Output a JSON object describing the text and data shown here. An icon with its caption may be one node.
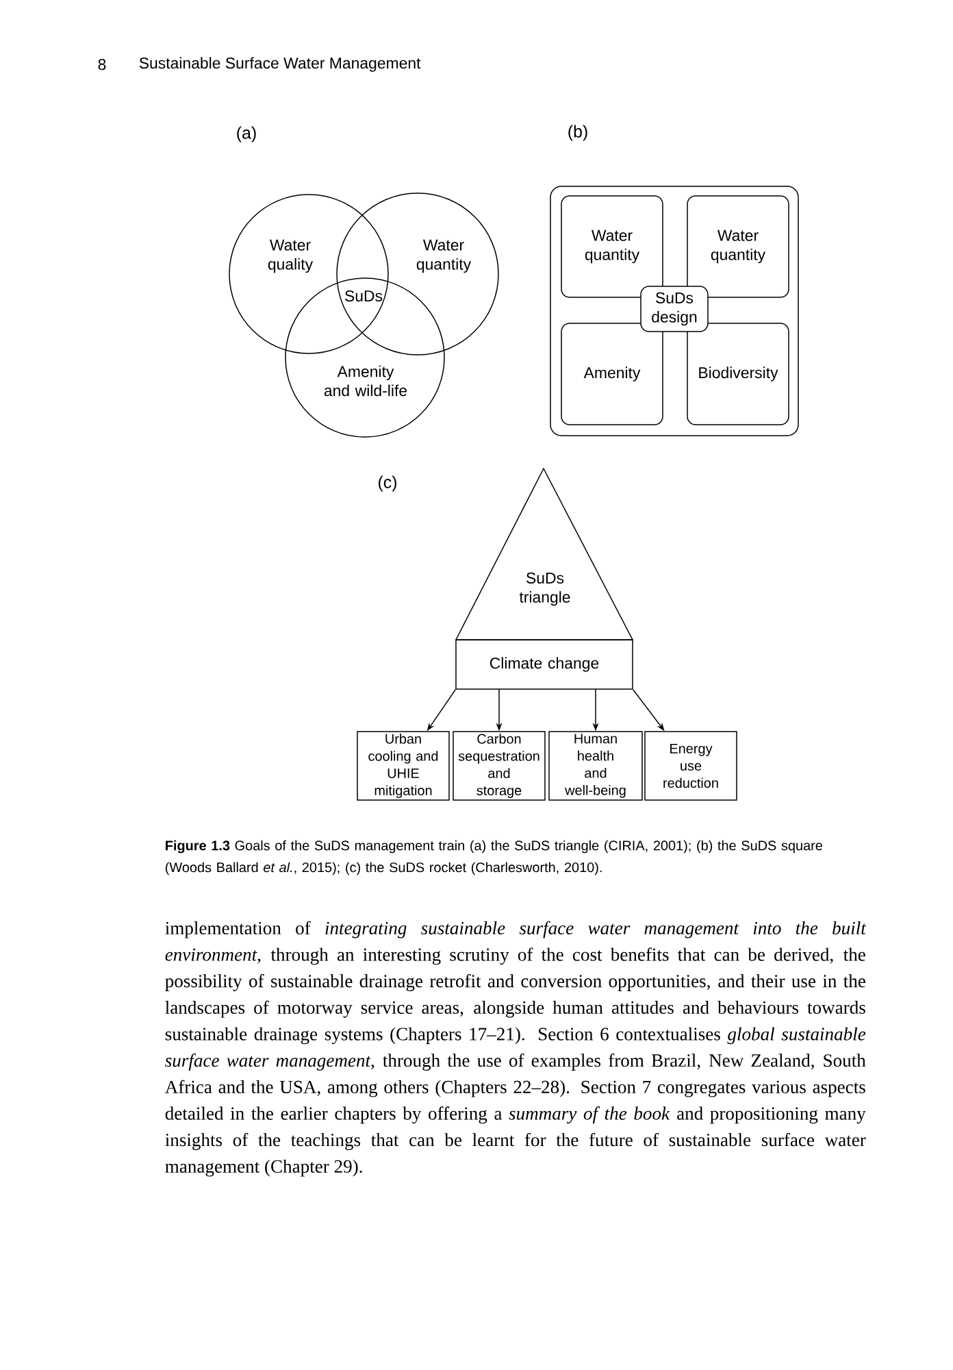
{
  "diagram": {
    "caption": "**Figure 1.3** Goals of the SuDS management train (a) the SuDS triangle (CIRIA, 2001); (b) the SuDS square (Woods Ballard *et al.*, 2015); (c) the SuDS rocket (Charlesworth, 2010).",
    "nodes": [
      {
        "text": [
          "Water quality"
        ]
      },
      {
        "text": [
          "Water quantity"
        ]
      },
      {
        "text": [
          "Amenity and wild-life"
        ]
      },
      {
        "text": [],
        "shape": "box"
      },
      {
        "text": [
          "Water quantity"
        ],
        "in": 3
      },
      {
        "text": [
          "Water quantity"
        ],
        "in": 3
      },
      {
        "text": [
          "SuDs design"
        ],
        "in": 3
      },
      {
        "text": [
          "Amenity"
        ],
        "in": 3
      },
      {
        "text": [
          "Biodiversity"
        ],
        "in": 3
      },
      {
        "text": [
          "SuDs triangle"
        ]
      },
      {
        "text": [
          "Climate change"
        ]
      },
      {
        "text": [
          "Urban cooling and UHIE mitigation"
        ]
      },
      {
        "text": [
          "Carbon sequestration and storage"
        ]
      },
      {
        "text": [
          "Human health and well-being"
        ]
      },
      {
        "text": [
          "Energy use reduction"
        ]
      }
    ],
    "edges": [
      {
        "from": 10,
        "to": 11,
        "arrow": "to"
      },
      {
        "from": 10,
        "to": 12,
        "arrow": "to"
      },
      {
        "from": 10,
        "to": 13,
        "arrow": "to"
      },
      {
        "from": 10,
        "to": 14,
        "arrow": "to"
      }
    ],
    "labels": [
      "8",
      "Sustainable Surface Water Management",
      "(a)",
      "(b)",
      "SuDs",
      "(c)",
      "implementation of *integrating sustainable surface water management into the built environment*, through an interesting scrutiny of the cost benefits that can be derived, the possibility of sustainable drainage retrofit and conversion opportunities, and their use in the landscapes of motorway service areas, alongside human attitudes and behaviours towards sustainable drainage systems (Chapters 17–21). Section 6 contextualises *global sustainable surface water management*, through the use of examples from Brazil, New Zealand, South Africa and the USA, among others (Chapters 22–28). Section 7 congregates various aspects detailed in the earlier chapters by offering a *summary of the book* and propositioning many insights of the teachings that can be learnt for the future of sustainable surface water management (Chapter 29)."
    ]
  }
}
